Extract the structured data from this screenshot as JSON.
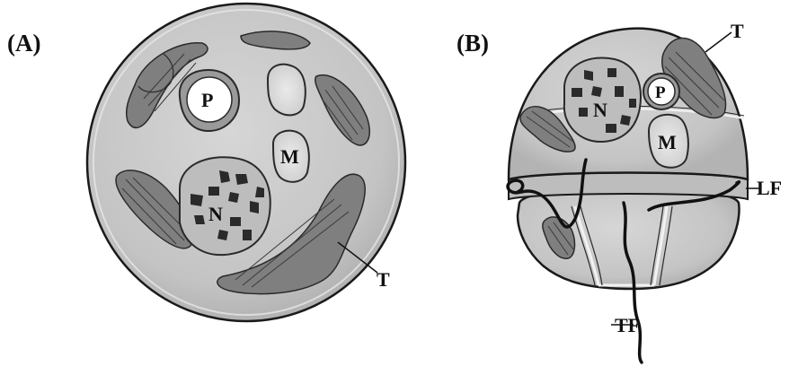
{
  "panels": {
    "a": {
      "label": "(A)",
      "organelles": {
        "pyrenoid": "P",
        "mitochondrion": "M",
        "nucleus": "N",
        "thylakoid": "T"
      }
    },
    "b": {
      "label": "(B)",
      "organelles": {
        "thylakoid": "T",
        "nucleus": "N",
        "pyrenoid": "P",
        "mitochondrion": "M",
        "longitudinal_flagellum": "LF",
        "transverse_flagellum": "TF"
      }
    }
  },
  "colors": {
    "cell_fill": "#c9c9c9",
    "outline": "#1a1a1a",
    "chloroplast": "#7d7d7d",
    "dark_blob": "#2a2a2a"
  }
}
